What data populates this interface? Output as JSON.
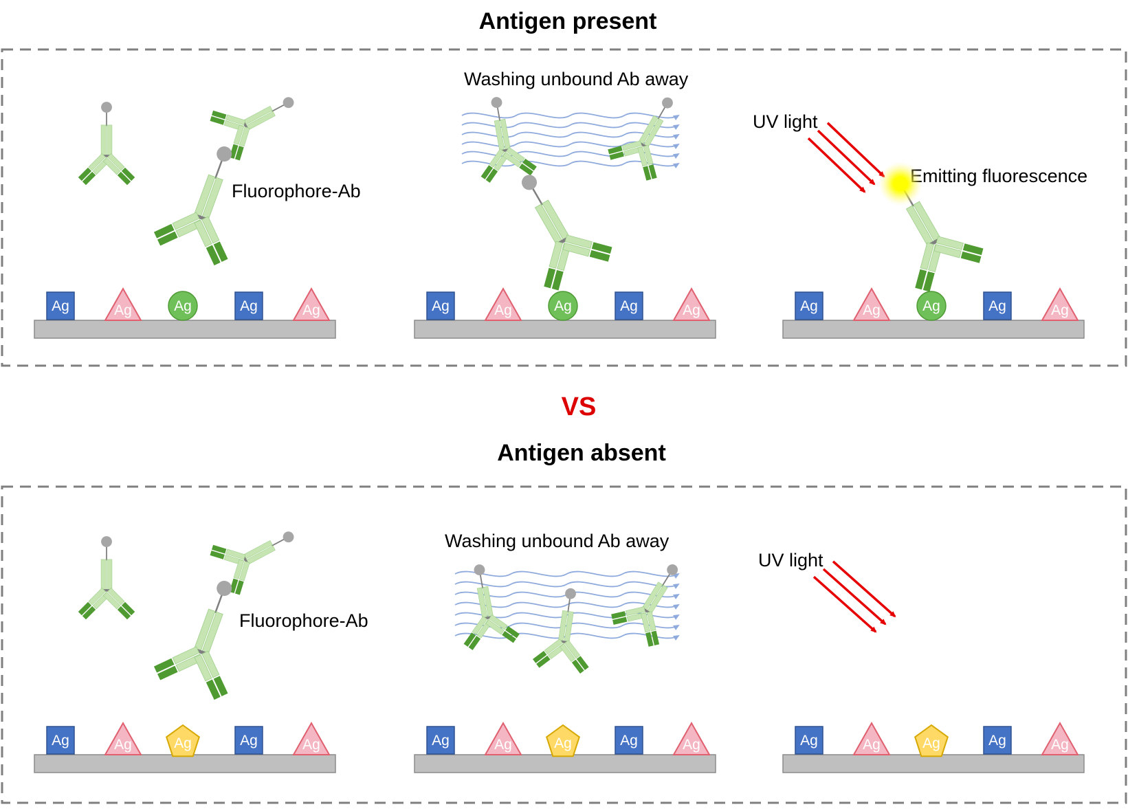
{
  "title_present": "Antigen present",
  "title_absent": "Antigen absent",
  "vs_label": "VS",
  "ag_label": "Ag",
  "labels": {
    "fluorophore_ab": "Fluorophore-Ab",
    "washing": "Washing unbound Ab away",
    "uv_light": "UV light",
    "emitting": "Emitting fluorescence"
  },
  "colors": {
    "panel_border": "#7f7f7f",
    "surface": "#bfbfbf",
    "ag_square": "#4472c4",
    "ag_triangle": "#f4b6c2",
    "ag_triangle_edge": "#e06070",
    "ag_circle_target": "#70c05a",
    "ag_pentagon": "#ffd966",
    "ab_light": "#c6e5b3",
    "ab_dark": "#4f9a31",
    "fluorophore": "#a6a6a6",
    "wash_lines": "#8faadc",
    "uv_arrows": "#e60000",
    "glow": "#ffff00",
    "vs": "#dd0000"
  }
}
